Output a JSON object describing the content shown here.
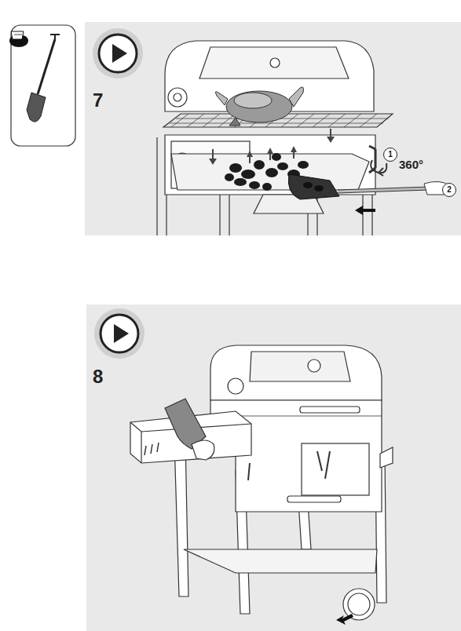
{
  "diagram": {
    "nodes": [
      {
        "text": [
          "1"
        ]
      },
      {
        "text": [
          "2"
        ]
      }
    ],
    "labels": [
      "7",
      "360°",
      "8"
    ]
  }
}
